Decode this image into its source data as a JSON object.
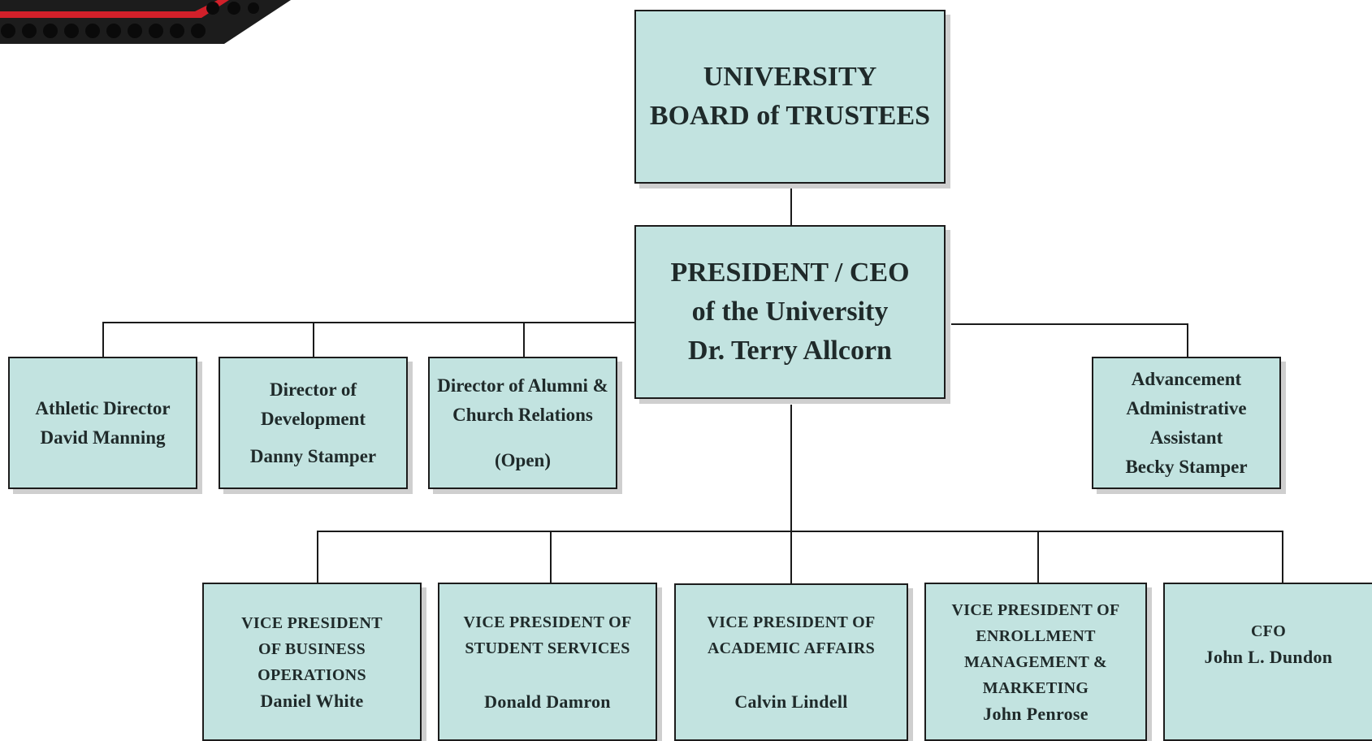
{
  "header": {
    "decor": "dark-dotted-band-with-red-stripe",
    "colors": {
      "band": "#1c1c1c",
      "stripe": "#d1202a",
      "dot": "#0d0d0d"
    }
  },
  "colors": {
    "box_fill": "#c2e3e0",
    "box_border": "#1c1c1c",
    "shadow": "#cfcfcf",
    "line": "#1a1a1a"
  },
  "board": {
    "line1": "UNIVERSITY",
    "line2": "BOARD of TRUSTEES"
  },
  "president": {
    "line1": "PRESIDENT / CEO",
    "line2": "of the University",
    "line3": "Dr. Terry Allcorn"
  },
  "staff": [
    {
      "title": "Athletic Director",
      "name": "David Manning"
    },
    {
      "title1": "Director of",
      "title2": "Development",
      "name": "Danny Stamper"
    },
    {
      "title1": "Director of Alumni &",
      "title2": "Church Relations",
      "name": "(Open)"
    },
    {
      "title1": "Advancement",
      "title2": "Administrative",
      "title3": "Assistant",
      "name": "Becky Stamper"
    }
  ],
  "vps": [
    {
      "title1": "VICE PRESIDENT",
      "title2": "OF BUSINESS",
      "title3": "OPERATIONS",
      "name": "Daniel White"
    },
    {
      "title1": "VICE PRESIDENT OF",
      "title2": "STUDENT SERVICES",
      "name": "Donald Damron"
    },
    {
      "title1": "VICE PRESIDENT OF",
      "title2": "ACADEMIC AFFAIRS",
      "name": "Calvin Lindell"
    },
    {
      "title1": "VICE PRESIDENT OF",
      "title2": "ENROLLMENT",
      "title3": "MANAGEMENT &",
      "title4": "MARKETING",
      "name": "John Penrose"
    },
    {
      "title1": "CFO",
      "name": "John L. Dundon"
    }
  ]
}
